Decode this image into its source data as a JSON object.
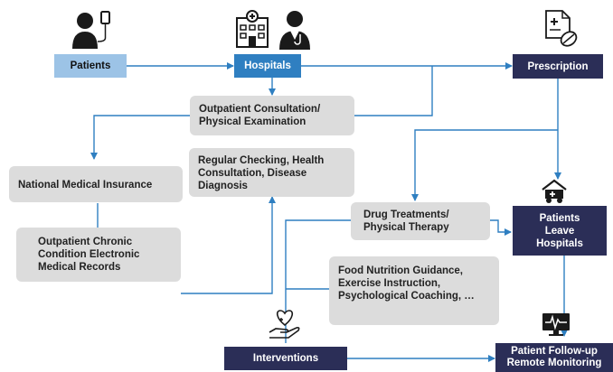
{
  "nodes": {
    "patients": "Patients",
    "hospitals": "Hospitals",
    "prescription": "Prescription",
    "outpatient_consultation": "Outpatient Consultation/ Physical Examination",
    "national_medical_insurance": "National Medical Insurance",
    "regular_checking": "Regular Checking, Health Consultation, Disease Diagnosis",
    "outpatient_chronic": "Outpatient Chronic Condition Electronic Medical Records",
    "drug_treatments": "Drug Treatments/ Physical Therapy",
    "patients_leave": "Patients Leave Hospitals",
    "food_nutrition": "Food Nutrition Guidance, Exercise Instruction, Psychological Coaching, …",
    "interventions": "Interventions",
    "followup_line1": "Patient Follow-up",
    "followup_line2": "Remote Monitoring"
  },
  "icons": [
    "patient-iv-icon",
    "hospital-building-icon",
    "doctor-icon",
    "prescription-icon",
    "ambulance-house-icon",
    "heart-hand-icon",
    "monitor-icon"
  ],
  "colors": {
    "light_blue": "#9cc3e6",
    "blue": "#2f7fc1",
    "navy": "#2b2e57",
    "gray_box": "#dcdcdc",
    "line": "#2f7fc1"
  }
}
